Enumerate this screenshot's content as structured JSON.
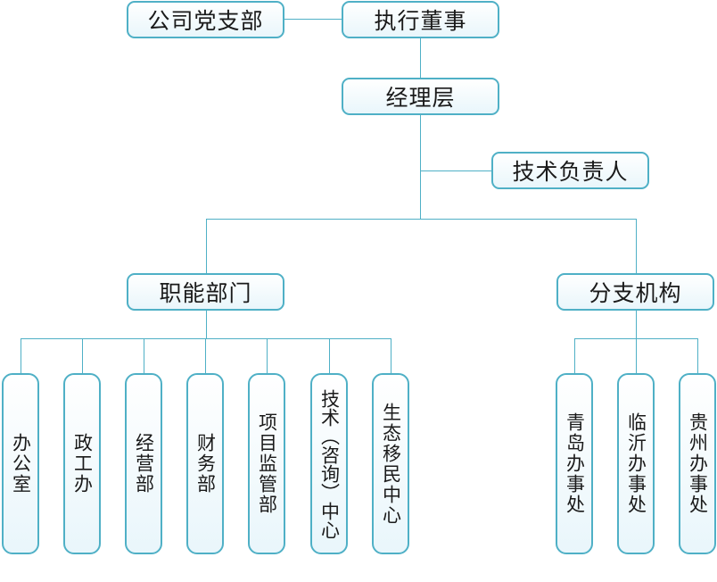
{
  "nodes": {
    "party_branch": "公司党支部",
    "executive_director": "执行董事",
    "management": "经理层",
    "technical_head": "技术负责人",
    "functional_departments": "职能部门",
    "branches": "分支机构"
  },
  "departments": [
    "办公室",
    "政工办",
    "经营部",
    "财务部",
    "项目监管部",
    "技术（咨询）中心",
    "生态移民中心"
  ],
  "offices": [
    "青岛办事处",
    "临沂办事处",
    "贵州办事处"
  ],
  "colors": {
    "border": "#4fb0c6",
    "line": "#4fb0c6",
    "fill_top": "#ffffff",
    "fill_bottom": "#e9f6fb",
    "text": "#1a1a1a"
  }
}
